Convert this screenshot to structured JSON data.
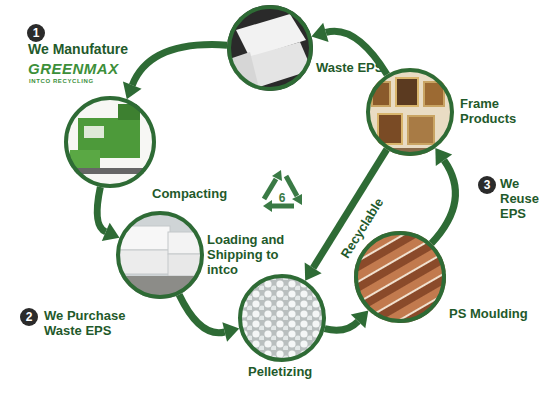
{
  "diagram": {
    "nodes": [
      {
        "text": [
          "Waste EPS"
        ]
      },
      {
        "text": [
          "We Manufature"
        ]
      },
      {
        "text": [
          "Loading and Shipping to intco"
        ]
      },
      {
        "text": [
          "Pelletizing"
        ]
      },
      {
        "text": [
          "PS Moulding"
        ]
      },
      {
        "text": [
          "Frame Products"
        ]
      }
    ],
    "edges": [
      {
        "from": 0,
        "to": 1,
        "arrow": "to"
      },
      {
        "from": 1,
        "to": 2,
        "label": "Compacting",
        "arrow": "to"
      },
      {
        "from": 2,
        "to": 3,
        "arrow": "to"
      },
      {
        "from": 3,
        "to": 4,
        "arrow": "to"
      },
      {
        "from": 4,
        "to": 5,
        "arrow": "to"
      },
      {
        "from": 5,
        "to": 3,
        "label": "Recyclable",
        "arrow": "to"
      },
      {
        "from": 5,
        "to": 0,
        "arrow": "to"
      }
    ],
    "labels": [
      "1",
      "GREENMAX",
      "INTCO RECYCLING",
      "2",
      "We Purchase Waste EPS",
      "3",
      "We Reuse EPS",
      "6"
    ]
  }
}
